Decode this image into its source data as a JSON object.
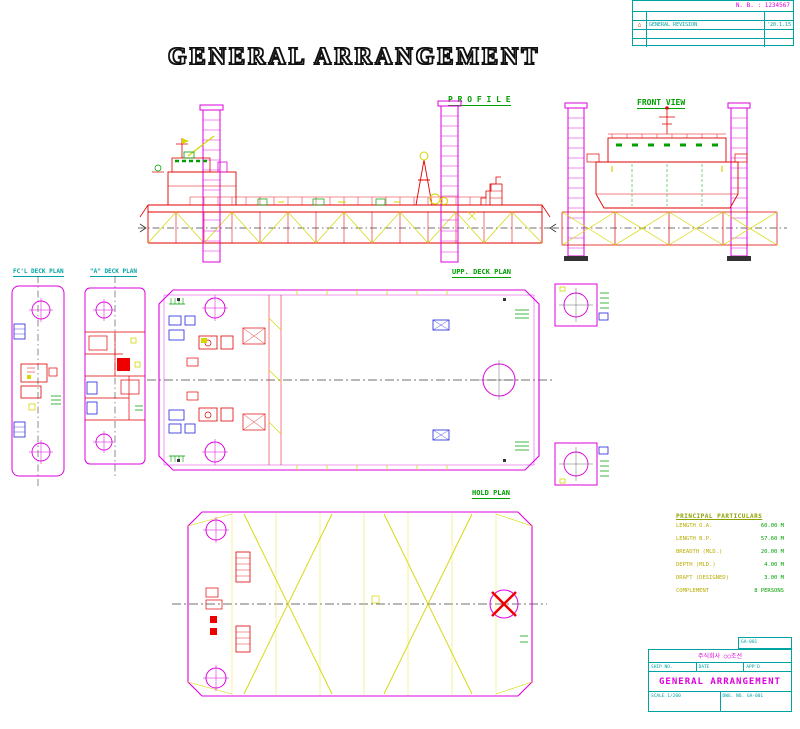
{
  "sheet_title": "GENERAL ARRANGEMENT",
  "view_labels": {
    "profile": "P R O F I L E",
    "front_view": "FRONT VIEW",
    "fcl_deck_plan": "FC'L DECK PLAN",
    "a_deck_plan": "\"A\" DECK PLAN",
    "upp_deck_plan": "UPP. DECK PLAN",
    "hold_plan": "HOLD PLAN"
  },
  "rev_block": {
    "doc_no": "N. B. : 1234567",
    "rows": [
      {
        "mark": "",
        "note": "",
        "date": ""
      },
      {
        "mark": "△",
        "note": "GENERAL REVISION",
        "date": "'20.1.15"
      },
      {
        "mark": "",
        "note": "",
        "date": ""
      },
      {
        "mark": "",
        "note": "",
        "date": ""
      }
    ]
  },
  "particulars": {
    "title": "PRINCIPAL PARTICULARS",
    "rows": [
      {
        "label": "LENGTH O.A.",
        "value": "60.00 M"
      },
      {
        "label": "LENGTH B.P.",
        "value": "57.60 M"
      },
      {
        "label": "BREADTH (MLD.)",
        "value": "20.00 M"
      },
      {
        "label": "DEPTH (MLD.)",
        "value": "4.00 M"
      },
      {
        "label": "DRAFT (DESIGNED)",
        "value": "3.00 M"
      },
      {
        "label": "COMPLEMENT",
        "value": "8 PERSONS"
      }
    ]
  },
  "title_block": {
    "strip": "GA-001",
    "company": "주식회사 ○○조선",
    "cells": [
      "SHIP NO.",
      "DATE",
      "APP'D"
    ],
    "drawing_title": "GENERAL ARRANGEMENT",
    "foot_cells": [
      "SCALE 1/200",
      "DWG. NO. GA-001"
    ]
  },
  "colors": {
    "outline_magenta": "#dd00dd",
    "detail_red": "#e00000",
    "brace_yellow": "#d6d600",
    "label_green": "#00a000",
    "label_teal": "#00a3a3",
    "equipment_blue": "#2222dd"
  }
}
